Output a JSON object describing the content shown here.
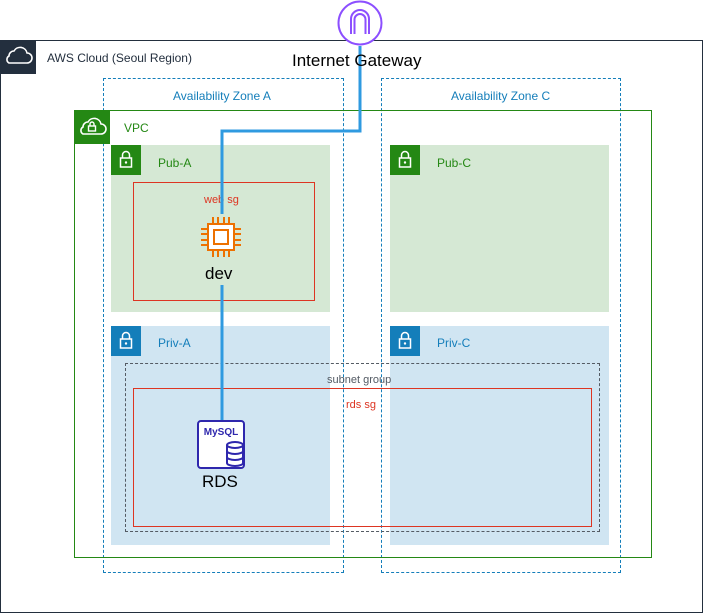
{
  "diagram": {
    "cloud": {
      "label": "AWS Cloud (Seoul Region)",
      "icon": "cloud-icon"
    },
    "internet_gateway": {
      "label": "Internet Gateway",
      "icon": "internet-gateway-icon",
      "color": "#8c4fff"
    },
    "availability_zones": [
      {
        "label": "Availability Zone A"
      },
      {
        "label": "Availability Zone C"
      }
    ],
    "vpc": {
      "label": "VPC",
      "icon": "vpc-cloud-lock-icon",
      "color": "#248814"
    },
    "subnets": {
      "pub_a": {
        "label": "Pub-A",
        "icon": "lock-icon",
        "color": "#248814"
      },
      "pub_c": {
        "label": "Pub-C",
        "icon": "lock-icon",
        "color": "#248814"
      },
      "priv_a": {
        "label": "Priv-A",
        "icon": "lock-icon",
        "color": "#147eba"
      },
      "priv_c": {
        "label": "Priv-C",
        "icon": "lock-icon",
        "color": "#147eba"
      }
    },
    "security_groups": {
      "web": {
        "label": "web sg",
        "color": "#dd3522"
      },
      "rds": {
        "label": "rds sg",
        "color": "#dd3522"
      }
    },
    "subnet_group": {
      "label": "subnet group"
    },
    "ec2": {
      "label": "dev",
      "icon": "ec2-instance-chip-icon",
      "color": "#ed7100"
    },
    "rds": {
      "label": "RDS",
      "icon": "rds-mysql-icon",
      "badge": "MySQL",
      "color": "#2e27ad"
    },
    "connection_color": "#2f9ae0"
  }
}
